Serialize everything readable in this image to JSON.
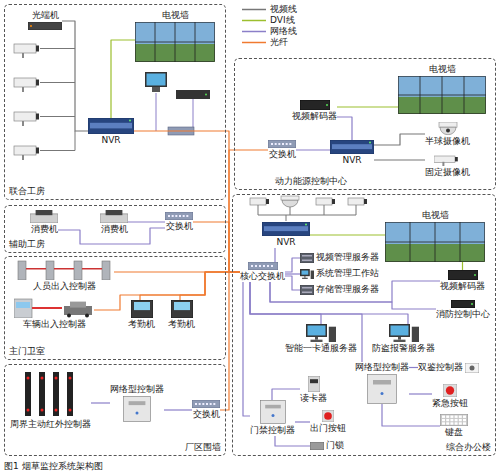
{
  "diagram": {
    "caption": "图1 烟草监控系统架构图",
    "nodes": [
      {
        "text": [
          "联合工房"
        ]
      },
      {
        "text": [
          "光端机"
        ],
        "in": 0
      },
      {
        "text": [
          "电视墙"
        ],
        "in": 0
      },
      {
        "text": [
          "NVR"
        ],
        "in": 0
      },
      {
        "text": [
          "动力能源控制中心"
        ]
      },
      {
        "text": [
          "电视墙"
        ],
        "in": 4
      },
      {
        "text": [
          "视频解码器"
        ],
        "in": 4
      },
      {
        "text": [
          "交换机"
        ],
        "in": 4
      },
      {
        "text": [
          "NVR"
        ],
        "in": 4
      },
      {
        "text": [
          "半球摄像机"
        ],
        "in": 4
      },
      {
        "text": [
          "固定摄像机"
        ],
        "in": 4
      },
      {
        "text": [
          "辅助工房"
        ]
      },
      {
        "text": [
          "消费机"
        ],
        "in": 11
      },
      {
        "text": [
          "消费机"
        ],
        "in": 11
      },
      {
        "text": [
          "交换机"
        ],
        "in": 11
      },
      {
        "text": [
          "主门卫室"
        ]
      },
      {
        "text": [
          "人员出入控制器"
        ],
        "in": 15
      },
      {
        "text": [
          "车辆出入控制器"
        ],
        "in": 15
      },
      {
        "text": [
          "考勤机"
        ],
        "in": 15
      },
      {
        "text": [
          "考勤机"
        ],
        "in": 15
      },
      {
        "text": [
          "厂区围墙"
        ]
      },
      {
        "text": [
          "周界主动红外控制器"
        ],
        "in": 20
      },
      {
        "text": [
          "网络型控制器"
        ],
        "in": 20
      },
      {
        "text": [
          "交换机"
        ],
        "in": 20
      },
      {
        "text": [
          "综合办公楼"
        ]
      },
      {
        "text": [
          "NVR"
        ],
        "in": 24
      },
      {
        "text": [
          "电视墙"
        ],
        "in": 24
      },
      {
        "text": [
          "视频管理服务器"
        ],
        "in": 24
      },
      {
        "text": [
          "核心交换机"
        ],
        "in": 24
      },
      {
        "text": [
          "系统管理工作站"
        ],
        "in": 24
      },
      {
        "text": [
          "存储管理服务器"
        ],
        "in": 24
      },
      {
        "text": [
          "视频解码器"
        ],
        "in": 24
      },
      {
        "text": [
          "消防控制中心"
        ],
        "in": 24
      },
      {
        "text": [
          "智能一卡通服务器"
        ],
        "in": 24
      },
      {
        "text": [
          "防盗报警服务器"
        ],
        "in": 24
      },
      {
        "text": [
          "双鉴控制器"
        ],
        "in": 24
      },
      {
        "text": [
          "读卡器"
        ],
        "in": 24
      },
      {
        "text": [
          "网络型控制器"
        ],
        "in": 24
      },
      {
        "text": [
          "紧急按钮"
        ],
        "in": 24
      },
      {
        "text": [
          "门禁控制器"
        ],
        "in": 24
      },
      {
        "text": [
          "出门按钮"
        ],
        "in": 24
      },
      {
        "text": [
          "门锁"
        ],
        "in": 24
      },
      {
        "text": [
          "键盘"
        ],
        "in": 24
      }
    ],
    "edges": [
      {
        "from": 1,
        "to": 3,
        "arrow": "none"
      },
      {
        "from": 3,
        "to": 2,
        "arrow": "none"
      },
      {
        "from": 28,
        "to": 3,
        "arrow": "none"
      },
      {
        "from": 28,
        "to": 7,
        "arrow": "none"
      },
      {
        "from": 7,
        "to": 8,
        "arrow": "none"
      },
      {
        "from": 8,
        "to": 6,
        "arrow": "none"
      },
      {
        "from": 6,
        "to": 5,
        "arrow": "none"
      },
      {
        "from": 8,
        "to": 9,
        "arrow": "none"
      },
      {
        "from": 8,
        "to": 10,
        "arrow": "none"
      },
      {
        "from": 12,
        "to": 14,
        "arrow": "none"
      },
      {
        "from": 13,
        "to": 14,
        "arrow": "none"
      },
      {
        "from": 28,
        "to": 14,
        "arrow": "none"
      },
      {
        "from": 16,
        "to": 28,
        "arrow": "none"
      },
      {
        "from": 17,
        "to": 28,
        "arrow": "none"
      },
      {
        "from": 18,
        "to": 28,
        "arrow": "none"
      },
      {
        "from": 19,
        "to": 28,
        "arrow": "none"
      },
      {
        "from": 21,
        "to": 22,
        "arrow": "none"
      },
      {
        "from": 22,
        "to": 23,
        "arrow": "none"
      },
      {
        "from": 23,
        "to": 28,
        "arrow": "none"
      },
      {
        "from": 25,
        "to": 28,
        "arrow": "none"
      },
      {
        "from": 25,
        "to": 26,
        "arrow": "none"
      },
      {
        "from": 31,
        "to": 26,
        "arrow": "none"
      },
      {
        "from": 28,
        "to": 27,
        "arrow": "none"
      },
      {
        "from": 28,
        "to": 29,
        "arrow": "none"
      },
      {
        "from": 28,
        "to": 30,
        "arrow": "none"
      },
      {
        "from": 28,
        "to": 31,
        "arrow": "none"
      },
      {
        "from": 28,
        "to": 32,
        "arrow": "none"
      },
      {
        "from": 28,
        "to": 33,
        "arrow": "none"
      },
      {
        "from": 28,
        "to": 34,
        "arrow": "none"
      },
      {
        "from": 37,
        "to": 28,
        "arrow": "none"
      },
      {
        "from": 35,
        "to": 37,
        "arrow": "none"
      },
      {
        "from": 38,
        "to": 37,
        "arrow": "none"
      },
      {
        "from": 42,
        "to": 37,
        "arrow": "none"
      },
      {
        "from": 39,
        "to": 28,
        "arrow": "none"
      },
      {
        "from": 36,
        "to": 39,
        "arrow": "none"
      },
      {
        "from": 40,
        "to": 39,
        "arrow": "none"
      },
      {
        "from": 41,
        "to": 39,
        "arrow": "none"
      }
    ],
    "legend": [
      {
        "text": "视频线"
      },
      {
        "text": "DVI线"
      },
      {
        "text": "网络线"
      },
      {
        "text": "光纤"
      }
    ]
  }
}
